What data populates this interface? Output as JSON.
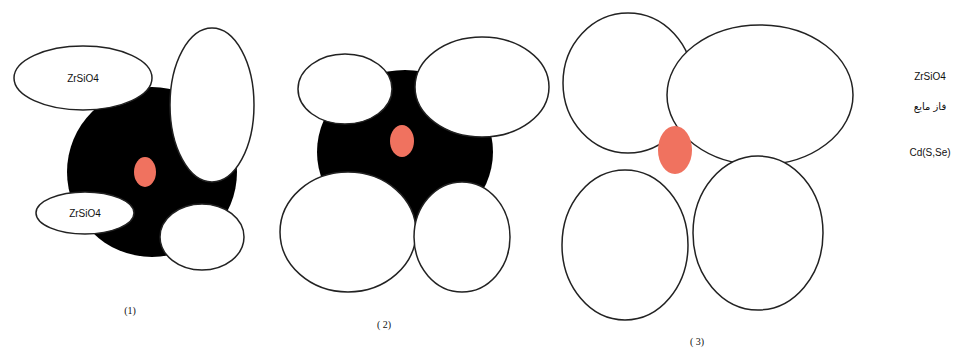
{
  "diagram": {
    "nodes": [
      {
        "text": [
          "ZrSiO4"
        ]
      },
      {
        "text": [
          "ZrSiO4"
        ]
      }
    ],
    "labels": [
      "(1)",
      "( 2)",
      "( 3)",
      "ZrSiO4",
      "فاز مایع",
      "Cd(S,Se)"
    ]
  }
}
